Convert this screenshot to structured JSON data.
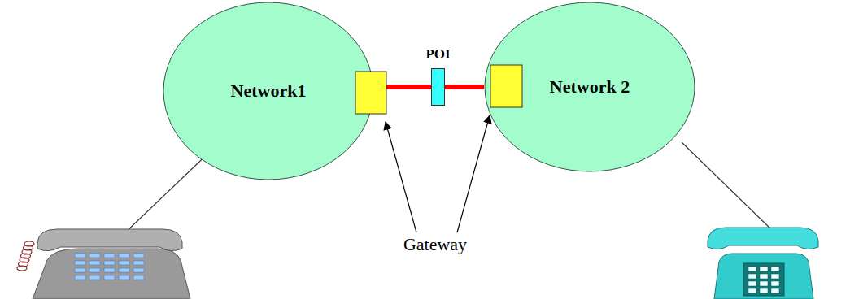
{
  "diagram": {
    "nodes": [
      {
        "text": [
          "Network1"
        ]
      },
      {
        "text": [
          "POI"
        ]
      },
      {
        "text": [
          "Network 2"
        ]
      }
    ],
    "edges": [
      {
        "from": 0,
        "to": 1,
        "arrow": "none"
      },
      {
        "from": 1,
        "to": 2,
        "arrow": "none"
      }
    ],
    "labels": [
      "Gateway"
    ]
  }
}
